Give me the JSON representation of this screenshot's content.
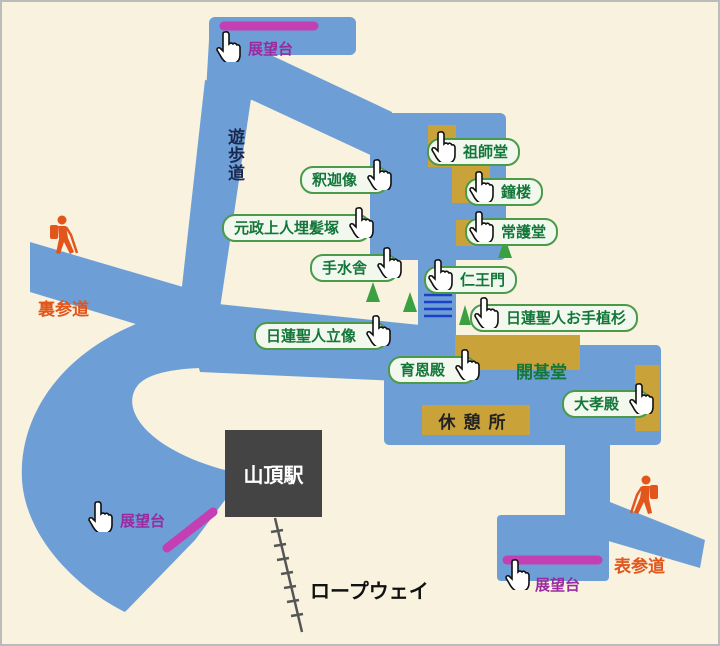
{
  "colors": {
    "path": "#6d9fd6",
    "building": "#c9a23a",
    "label_text": "#14773a",
    "trail": "#e2551b",
    "viewpoint_bar": "#c43fb4",
    "station": "#444444"
  },
  "labels": {
    "soshido": "祖師堂",
    "shoro": "鐘楼",
    "jogodo": "常護堂",
    "shaka": "釈迦像",
    "genseishonin": "元政上人埋髪塚",
    "temizuya": "手水舎",
    "niomon": "仁王門",
    "nichiren_sugi": "日蓮聖人お手植杉",
    "nichiren_statue": "日蓮聖人立像",
    "ikuonden": "育恩殿",
    "kaikido": "開基堂",
    "daikoden": "大孝殿",
    "rest_area": "休憩所"
  },
  "trails": {
    "ura": "裏参道",
    "omote": "表参道",
    "promenade": "遊歩道"
  },
  "viewpoints": {
    "top": "展望台",
    "left": "展望台",
    "bottom": "展望台"
  },
  "station": "山頂駅",
  "ropeway": "ロープウェイ"
}
